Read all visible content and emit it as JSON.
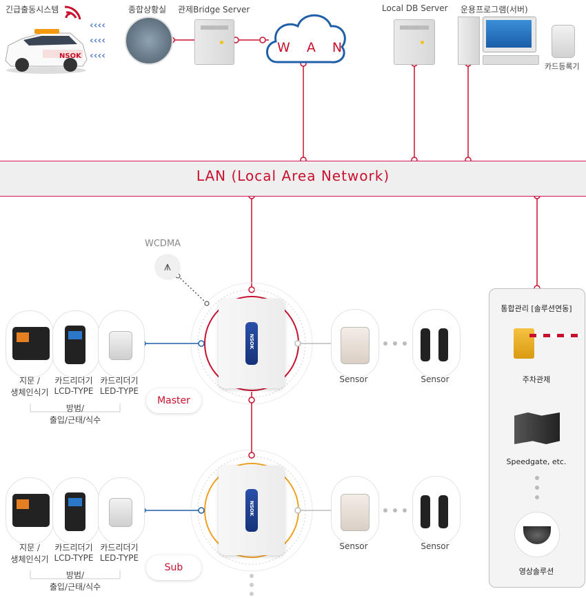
{
  "top": {
    "emergency": "긴급출동시스템",
    "control_room": "종합상황실",
    "bridge_server": "관제Bridge Server",
    "wan": "W A N",
    "local_db": "Local DB Server",
    "ops_program": "운용프로그램(서버)",
    "card_reg": "카드등록기",
    "car_text": "NSOK"
  },
  "lan": "LAN (Local  Area  Network)",
  "wcdma": "WCDMA",
  "master": {
    "pill": "Master",
    "dev1": "지문 /\n생체인식기",
    "dev2": "카드리더기\nLCD-TYPE",
    "dev3": "카드리더기\nLED-TYPE",
    "group": "방범/\n출입/근태/식수",
    "sensor1": "Sensor",
    "sensor2": "Sensor"
  },
  "sub": {
    "pill": "Sub",
    "dev1": "지문 /\n생체인식기",
    "dev2": "카드리더기\nLCD-TYPE",
    "dev3": "카드리더기\nLED-TYPE",
    "group": "방범/\n출입/근태/식수",
    "sensor1": "Sensor",
    "sensor2": "Sensor"
  },
  "unit_brand": "NSOK",
  "panel": {
    "title": "통합관리 [솔루션연동]",
    "item1": "주차관제",
    "item2": "Speedgate, etc.",
    "item3": "영상솔루션"
  },
  "colors": {
    "accent": "#c8102e",
    "blue": "#1f5fa8",
    "orange": "#f0a020"
  }
}
